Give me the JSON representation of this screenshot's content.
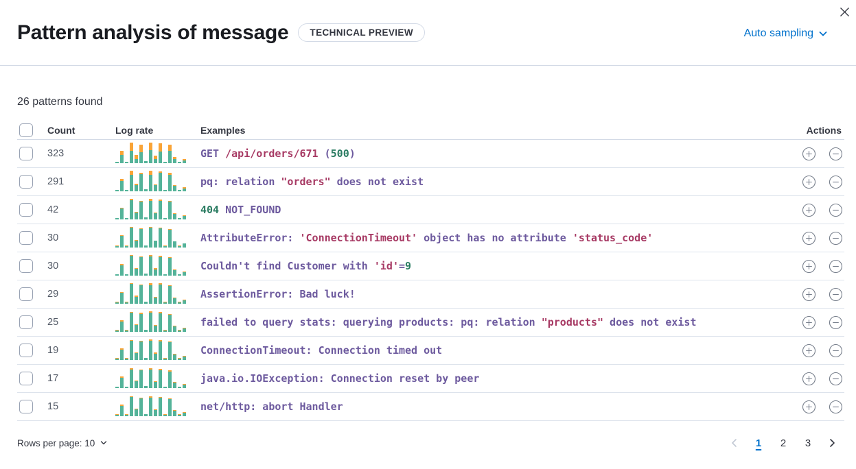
{
  "header": {
    "title": "Pattern analysis of message",
    "badge": "TECHNICAL PREVIEW",
    "sampling_label": "Auto sampling"
  },
  "summary": "26 patterns found",
  "table": {
    "columns": {
      "count": "Count",
      "log_rate": "Log rate",
      "examples": "Examples",
      "actions": "Actions"
    },
    "rows": [
      {
        "count": "323",
        "example": [
          {
            "t": "GET ",
            "c": "p"
          },
          {
            "t": "/api/orders/671",
            "c": "r"
          },
          {
            "t": " (",
            "c": "p"
          },
          {
            "t": "500",
            "c": "g"
          },
          {
            "t": ")",
            "c": "p"
          }
        ],
        "bars": [
          [
            5,
            0
          ],
          [
            38,
            22
          ],
          [
            5,
            0
          ],
          [
            58,
            42
          ],
          [
            20,
            18
          ],
          [
            52,
            38
          ],
          [
            7,
            0
          ],
          [
            62,
            38
          ],
          [
            18,
            16
          ],
          [
            55,
            40
          ],
          [
            5,
            0
          ],
          [
            60,
            28
          ],
          [
            18,
            12
          ],
          [
            5,
            0
          ],
          [
            12,
            8
          ]
        ]
      },
      {
        "count": "291",
        "example": [
          {
            "t": "pq: relation ",
            "c": "p"
          },
          {
            "t": "\"orders\"",
            "c": "r"
          },
          {
            "t": " does not exist",
            "c": "p"
          }
        ],
        "bars": [
          [
            5,
            0
          ],
          [
            48,
            12
          ],
          [
            5,
            0
          ],
          [
            78,
            22
          ],
          [
            28,
            8
          ],
          [
            82,
            6
          ],
          [
            7,
            0
          ],
          [
            78,
            22
          ],
          [
            30,
            3
          ],
          [
            88,
            8
          ],
          [
            5,
            0
          ],
          [
            80,
            8
          ],
          [
            26,
            3
          ],
          [
            5,
            0
          ],
          [
            12,
            6
          ]
        ]
      },
      {
        "count": "42",
        "example": [
          {
            "t": "404",
            "c": "g"
          },
          {
            "t": " NOT_FOUND",
            "c": "p"
          }
        ],
        "bars": [
          [
            5,
            0
          ],
          [
            52,
            4
          ],
          [
            5,
            0
          ],
          [
            92,
            6
          ],
          [
            32,
            3
          ],
          [
            86,
            3
          ],
          [
            7,
            0
          ],
          [
            88,
            10
          ],
          [
            30,
            2
          ],
          [
            90,
            6
          ],
          [
            5,
            0
          ],
          [
            84,
            3
          ],
          [
            26,
            2
          ],
          [
            5,
            0
          ],
          [
            16,
            3
          ]
        ]
      },
      {
        "count": "30",
        "example": [
          {
            "t": "AttributeError: ",
            "c": "p"
          },
          {
            "t": "'ConnectionTimeout'",
            "c": "r"
          },
          {
            "t": " object has no attribute ",
            "c": "p"
          },
          {
            "t": "'status_code'",
            "c": "r"
          }
        ],
        "bars": [
          [
            5,
            2
          ],
          [
            54,
            3
          ],
          [
            5,
            2
          ],
          [
            96,
            3
          ],
          [
            33,
            2
          ],
          [
            88,
            3
          ],
          [
            7,
            2
          ],
          [
            94,
            5
          ],
          [
            31,
            2
          ],
          [
            92,
            3
          ],
          [
            5,
            2
          ],
          [
            86,
            2
          ],
          [
            27,
            2
          ],
          [
            5,
            2
          ],
          [
            17,
            2
          ]
        ]
      },
      {
        "count": "30",
        "example": [
          {
            "t": "Couldn't find Customer with ",
            "c": "p"
          },
          {
            "t": "'id'",
            "c": "r"
          },
          {
            "t": "=",
            "c": "p"
          },
          {
            "t": "9",
            "c": "g"
          }
        ],
        "bars": [
          [
            5,
            0
          ],
          [
            50,
            6
          ],
          [
            5,
            0
          ],
          [
            94,
            5
          ],
          [
            33,
            3
          ],
          [
            88,
            4
          ],
          [
            7,
            0
          ],
          [
            92,
            6
          ],
          [
            30,
            4
          ],
          [
            90,
            4
          ],
          [
            5,
            0
          ],
          [
            84,
            3
          ],
          [
            26,
            2
          ],
          [
            5,
            0
          ],
          [
            16,
            3
          ]
        ]
      },
      {
        "count": "29",
        "example": [
          {
            "t": "AssertionError: Bad luck!",
            "c": "p"
          }
        ],
        "bars": [
          [
            5,
            2
          ],
          [
            52,
            4
          ],
          [
            5,
            2
          ],
          [
            94,
            4
          ],
          [
            32,
            6
          ],
          [
            88,
            3
          ],
          [
            7,
            2
          ],
          [
            90,
            8
          ],
          [
            30,
            3
          ],
          [
            92,
            6
          ],
          [
            5,
            2
          ],
          [
            84,
            4
          ],
          [
            26,
            2
          ],
          [
            5,
            2
          ],
          [
            16,
            3
          ]
        ]
      },
      {
        "count": "25",
        "example": [
          {
            "t": "failed to query stats: querying products: pq: relation ",
            "c": "p"
          },
          {
            "t": "\"products\"",
            "c": "r"
          },
          {
            "t": " does not exist",
            "c": "p"
          }
        ],
        "bars": [
          [
            5,
            2
          ],
          [
            50,
            5
          ],
          [
            5,
            2
          ],
          [
            92,
            4
          ],
          [
            32,
            3
          ],
          [
            86,
            6
          ],
          [
            7,
            2
          ],
          [
            92,
            8
          ],
          [
            30,
            3
          ],
          [
            90,
            5
          ],
          [
            5,
            2
          ],
          [
            82,
            4
          ],
          [
            26,
            3
          ],
          [
            5,
            2
          ],
          [
            16,
            3
          ]
        ]
      },
      {
        "count": "19",
        "example": [
          {
            "t": "ConnectionTimeout: Connection timed out",
            "c": "p"
          }
        ],
        "bars": [
          [
            5,
            3
          ],
          [
            50,
            4
          ],
          [
            5,
            2
          ],
          [
            92,
            4
          ],
          [
            32,
            3
          ],
          [
            88,
            4
          ],
          [
            7,
            2
          ],
          [
            92,
            5
          ],
          [
            30,
            4
          ],
          [
            90,
            4
          ],
          [
            5,
            2
          ],
          [
            84,
            4
          ],
          [
            26,
            3
          ],
          [
            5,
            2
          ],
          [
            16,
            3
          ]
        ]
      },
      {
        "count": "17",
        "example": [
          {
            "t": "java.io.IOException: Connection reset by peer",
            "c": "p"
          }
        ],
        "bars": [
          [
            5,
            0
          ],
          [
            48,
            6
          ],
          [
            5,
            0
          ],
          [
            90,
            6
          ],
          [
            32,
            3
          ],
          [
            86,
            4
          ],
          [
            7,
            0
          ],
          [
            90,
            6
          ],
          [
            30,
            3
          ],
          [
            86,
            6
          ],
          [
            5,
            0
          ],
          [
            80,
            6
          ],
          [
            26,
            3
          ],
          [
            5,
            0
          ],
          [
            14,
            3
          ]
        ]
      },
      {
        "count": "15",
        "example": [
          {
            "t": "net/http: abort Handler",
            "c": "p"
          }
        ],
        "bars": [
          [
            5,
            3
          ],
          [
            48,
            6
          ],
          [
            5,
            2
          ],
          [
            92,
            4
          ],
          [
            31,
            3
          ],
          [
            86,
            4
          ],
          [
            7,
            2
          ],
          [
            90,
            6
          ],
          [
            30,
            3
          ],
          [
            88,
            4
          ],
          [
            5,
            2
          ],
          [
            82,
            4
          ],
          [
            24,
            3
          ],
          [
            5,
            2
          ],
          [
            14,
            3
          ]
        ]
      }
    ]
  },
  "footer": {
    "rows_per_page": "Rows per page: 10",
    "pages": [
      "1",
      "2",
      "3"
    ],
    "active_page": "1"
  },
  "colors": {
    "accent": "#0071cc",
    "code_purple": "#6d5a9e",
    "code_red": "#a73a64",
    "code_green": "#2b7c62",
    "bar_teal": "#54b399",
    "bar_orange": "#f9a437",
    "divider": "#d3dae6"
  }
}
